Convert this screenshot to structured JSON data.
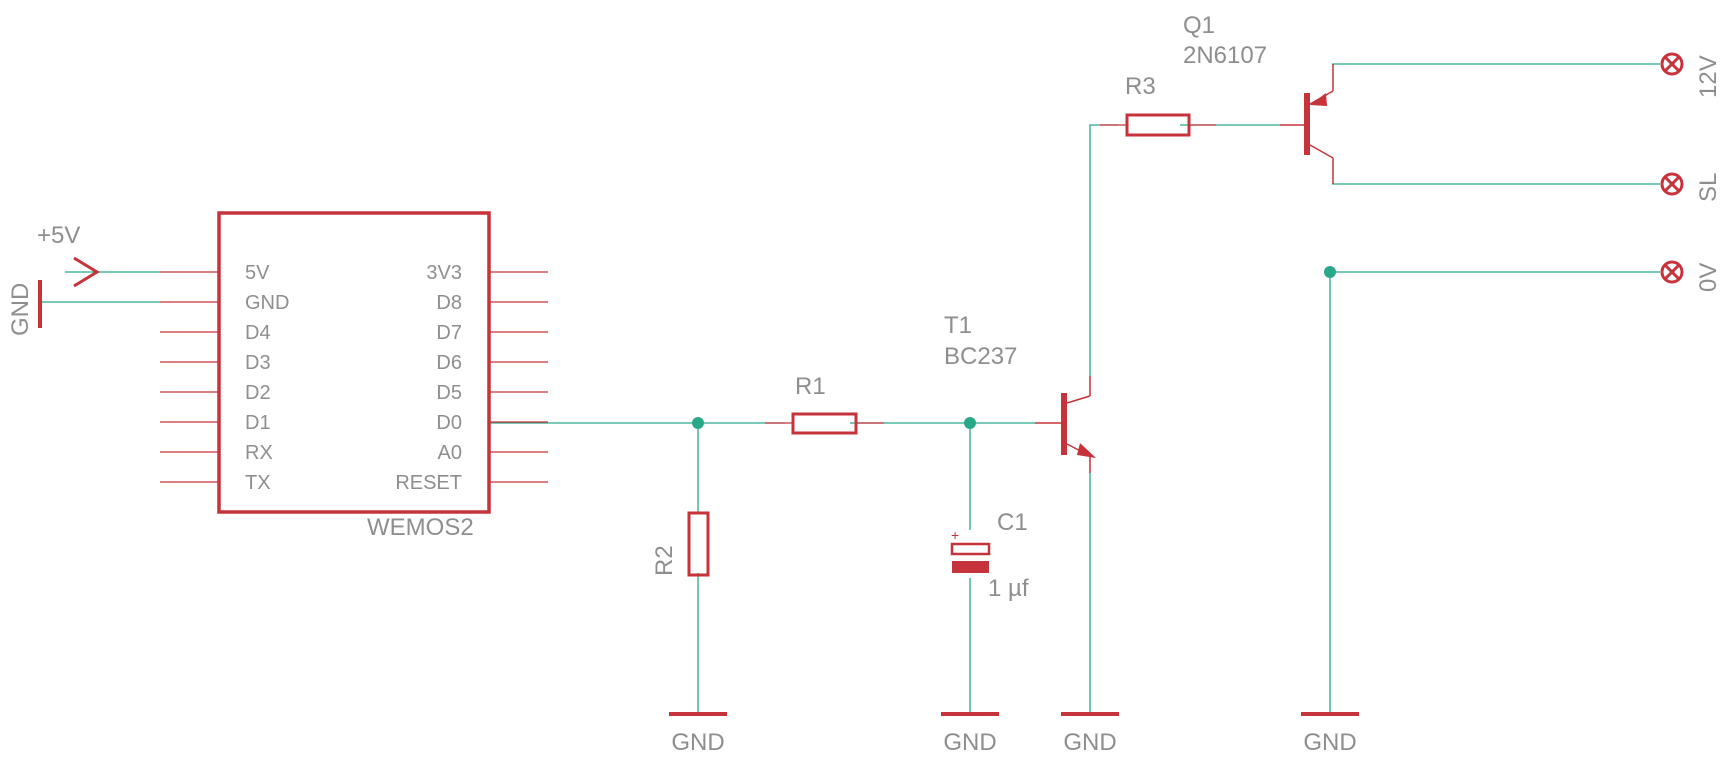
{
  "power": {
    "supply_label": "+5V",
    "gnd_label": "GND"
  },
  "wemos": {
    "name": "WEMOS2",
    "left_pins": [
      "5V",
      "GND",
      "D4",
      "D3",
      "D2",
      "D1",
      "RX",
      "TX"
    ],
    "right_pins": [
      "3V3",
      "D8",
      "D7",
      "D6",
      "D5",
      "D0",
      "A0",
      "RESET"
    ]
  },
  "r1": {
    "name": "R1"
  },
  "r2": {
    "name": "R2"
  },
  "r3": {
    "name": "R3"
  },
  "c1": {
    "name": "C1",
    "value": "1 µf",
    "polarity": "+"
  },
  "t1": {
    "name": "T1",
    "value": "BC237"
  },
  "q1": {
    "name": "Q1",
    "value": "2N6107"
  },
  "connectors": {
    "v12": "12V",
    "sl": "SL",
    "v0": "0V"
  },
  "grounds": {
    "r2": "GND",
    "c1": "GND",
    "t1": "GND",
    "out": "GND"
  },
  "colors": {
    "wire": "#2aa98a",
    "part": "#c6333b",
    "label": "#8e8e8e"
  }
}
